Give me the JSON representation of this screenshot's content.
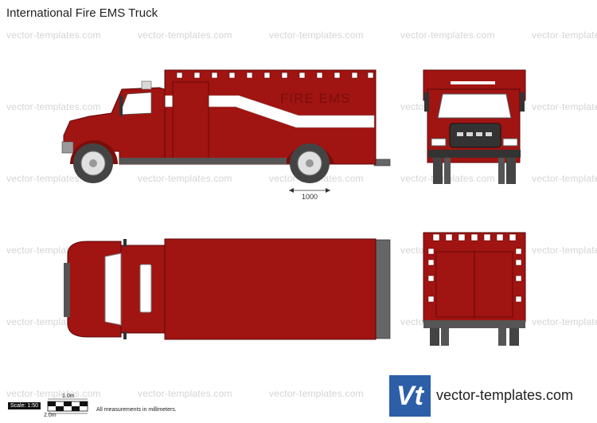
{
  "title": "International Fire EMS Truck",
  "watermark_text": "vector-templates.com",
  "body_lettering": "FIRE EMS",
  "dimension_label": "1000",
  "scale": {
    "label": "Scale: 1:50",
    "top_length": "1.0m",
    "bottom_length": "2.0m"
  },
  "note": "All measurements in millimeters.",
  "logo": {
    "mark": "Vt",
    "brand": "vector-templates.com"
  },
  "colors": {
    "body_red": "#a01412",
    "logo_blue": "#2d5ea8"
  }
}
